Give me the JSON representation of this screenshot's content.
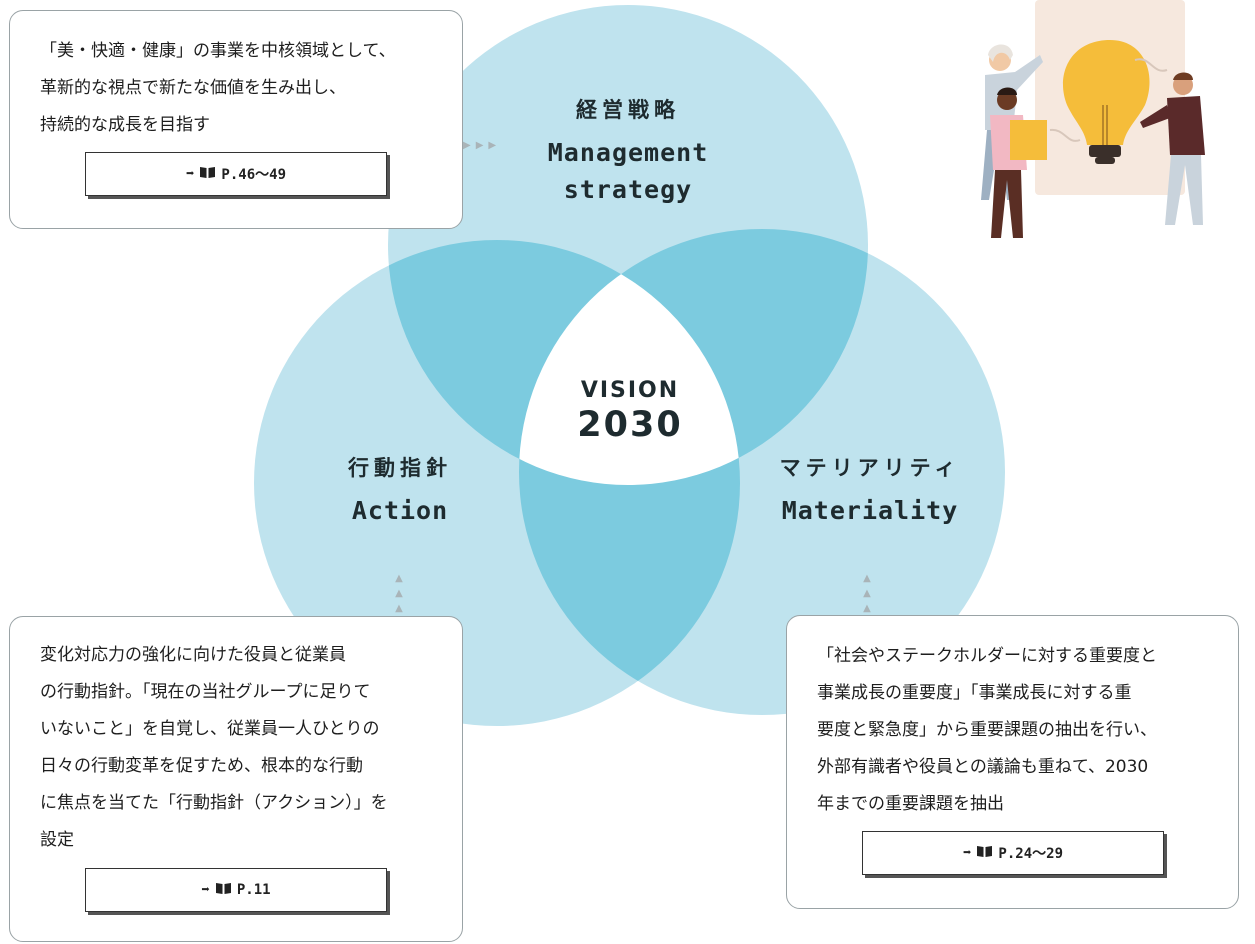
{
  "colors": {
    "circle": "#bfe3ee",
    "pair_overlap": "#7ccbdf",
    "center": "#ffffff",
    "text_dark": "#1e2b2f",
    "box_border": "#9aa3a6",
    "arrow": "#a9b4b8"
  },
  "circles": {
    "top": {
      "jp": "経営戦略",
      "en_line1": "Management",
      "en_line2": "strategy"
    },
    "left": {
      "jp": "行動指針",
      "en": "Action"
    },
    "right": {
      "jp": "マテリアリティ",
      "en": "Materiality"
    }
  },
  "center": {
    "line1": "VISION",
    "line2": "2030"
  },
  "boxes": {
    "top": {
      "lines": [
        "「美・快適・健康」の事業を中核領域として、",
        "革新的な視点で新たな価値を生み出し、",
        "持続的な成長を目指す"
      ],
      "ref_arrow": "➡",
      "ref_icon": "book-icon",
      "ref_page": "P.46～49"
    },
    "left": {
      "lines": [
        "変化対応力の強化に向けた役員と従業員",
        "の行動指針。「現在の当社グループに足りて",
        "いないこと」を自覚し、従業員一人ひとりの",
        "日々の行動変革を促すため、根本的な行動",
        "に焦点を当てた「行動指針（アクション）」を",
        "設定"
      ],
      "ref_arrow": "➡",
      "ref_icon": "book-icon",
      "ref_page": "P.11"
    },
    "right": {
      "lines": [
        "「社会やステークホルダーに対する重要度と",
        "事業成長の重要度」「事業成長に対する重",
        "要度と緊急度」から重要課題の抽出を行い、",
        "外部有識者や役員との議論も重ねて、2030",
        "年までの重要課題を抽出"
      ],
      "ref_arrow": "➡",
      "ref_icon": "book-icon",
      "ref_page": "P.24～29"
    }
  },
  "connector_arrows": {
    "top_right": "▶▶▶",
    "up": "▲"
  }
}
